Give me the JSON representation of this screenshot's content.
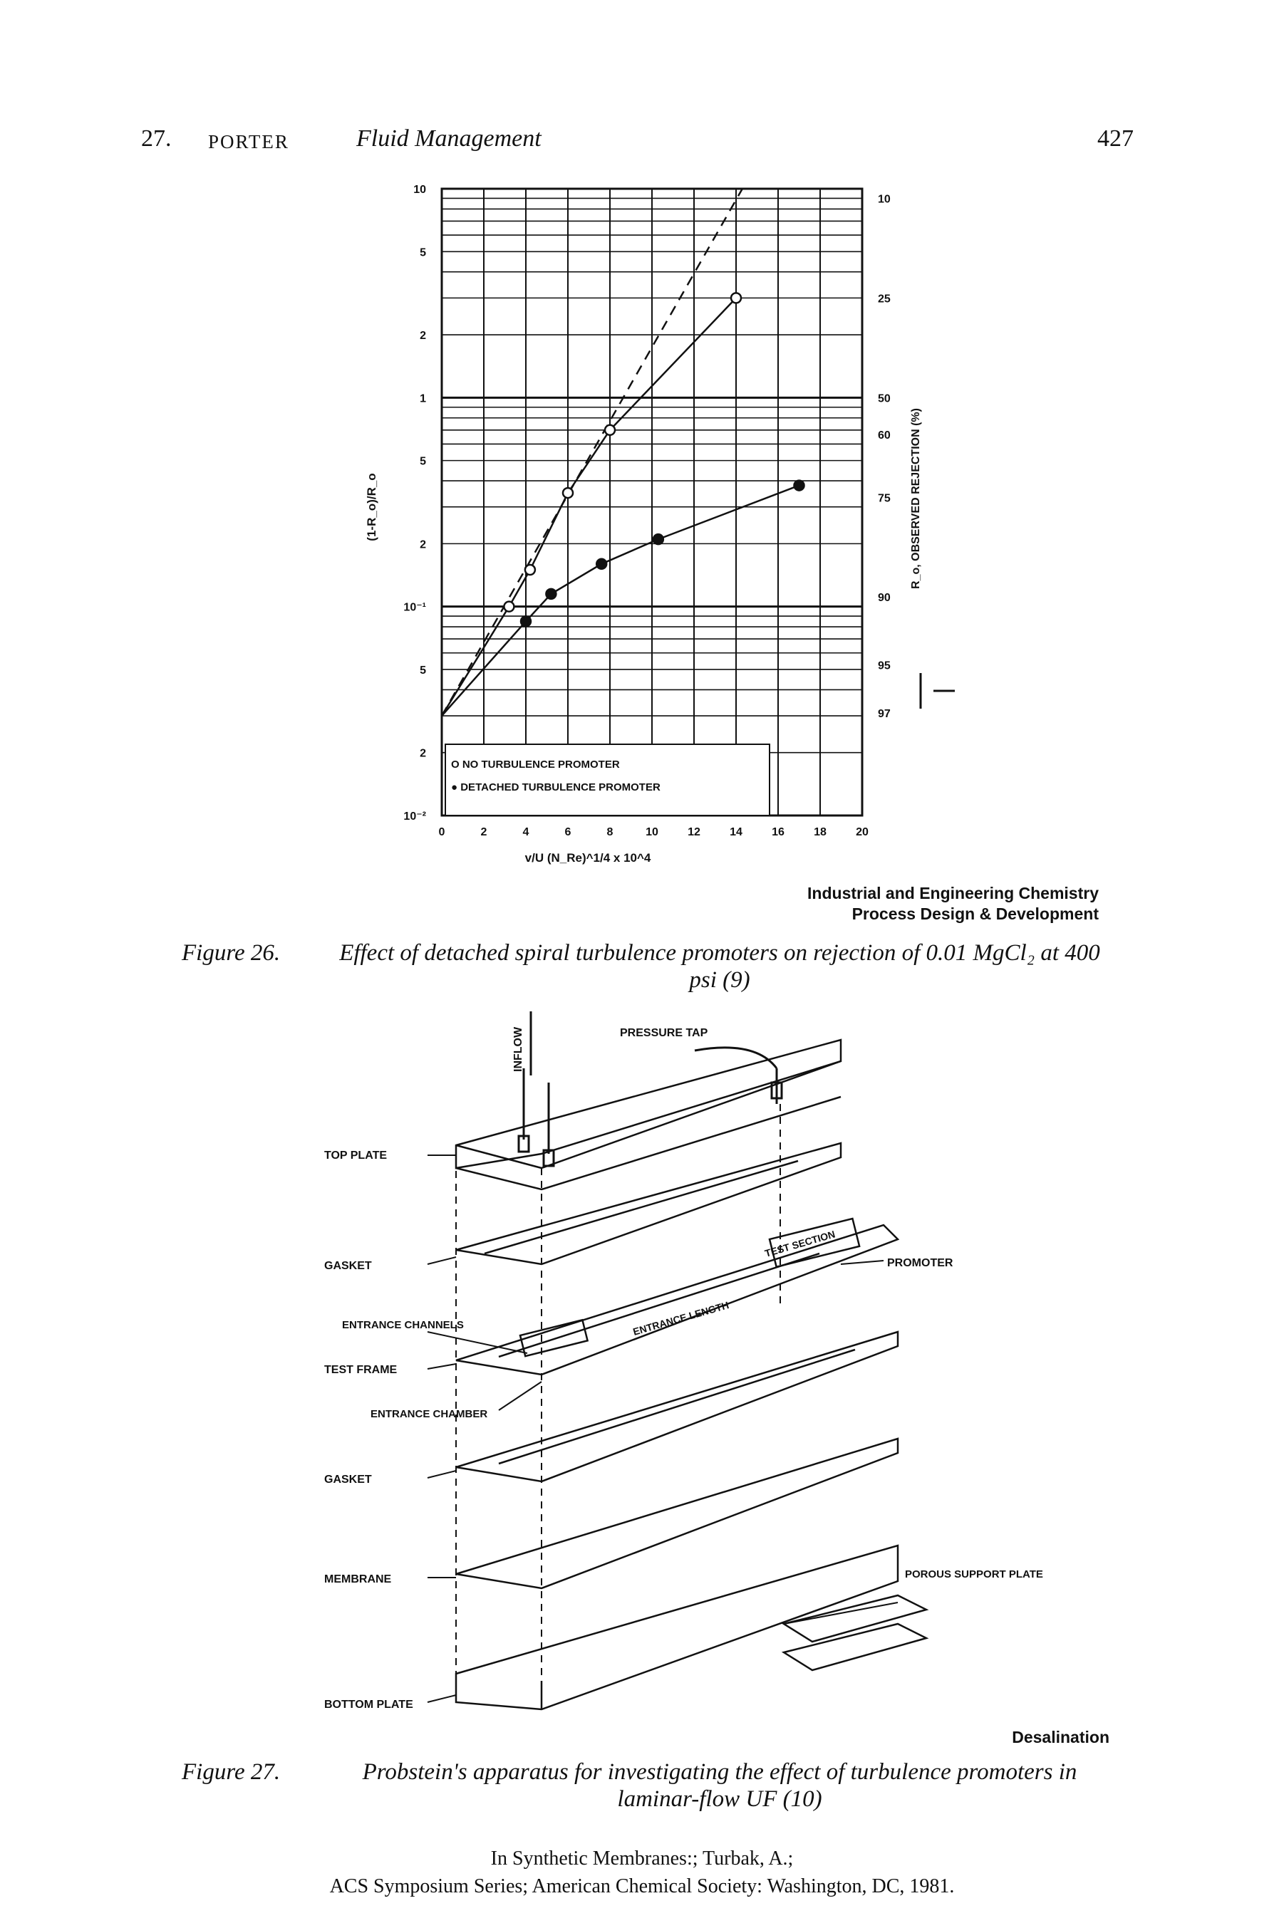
{
  "header": {
    "chapter_number": "27.",
    "author": "PORTER",
    "title": "Fluid Management",
    "page_number": "427"
  },
  "figure26": {
    "credit_line1": "Industrial and Engineering Chemistry",
    "credit_line2": "Process Design & Development",
    "caption_label": "Figure 26.",
    "caption_text": "Effect of detached spiral turbulence promoters on rejection of 0.01 MgCl₂ at 400 psi (9)"
  },
  "chart_data": {
    "type": "line",
    "title": "",
    "xlabel": "v/U (N_Re)^1/4 x 10^4",
    "ylabel": "(1-R_o)/R_o",
    "ylabel_right": "R_o, OBSERVED REJECTION (%)",
    "xlim": [
      0,
      20
    ],
    "ylim": [
      0.01,
      10
    ],
    "y_scale": "log",
    "x_ticks": [
      "0",
      "2",
      "4",
      "6",
      "8",
      "10",
      "12",
      "14",
      "16",
      "18",
      "20"
    ],
    "y_ticks": [
      "10",
      "5",
      "2",
      "1",
      "5",
      "2",
      "10⁻¹",
      "5",
      "2",
      "10⁻²"
    ],
    "y_tick_values": [
      10,
      5,
      2,
      1,
      0.5,
      0.2,
      0.1,
      0.05,
      0.02,
      0.01
    ],
    "right_ticks": [
      "10",
      "25",
      "50",
      "60",
      "75",
      "90",
      "95",
      "97"
    ],
    "right_tick_values": [
      10,
      25,
      50,
      60,
      75,
      90,
      95,
      97
    ],
    "legend": [
      "O NO TURBULENCE PROMOTER",
      "● DETACHED TURBULENCE PROMOTER"
    ],
    "legend_position": "bottom-left",
    "series": [
      {
        "name": "NO TURBULENCE PROMOTER",
        "marker": "open-circle",
        "x": [
          3.2,
          4.2,
          6.0,
          8.0,
          14.0
        ],
        "y": [
          0.1,
          0.15,
          0.35,
          0.7,
          3.0
        ]
      },
      {
        "name": "DETACHED TURBULENCE PROMOTER",
        "marker": "filled-circle",
        "x": [
          4.0,
          5.2,
          7.6,
          10.3,
          17.0
        ],
        "y": [
          0.085,
          0.115,
          0.16,
          0.21,
          0.38
        ]
      }
    ]
  },
  "figure27": {
    "labels": {
      "inflow": "INFLOW",
      "pressure_tap": "PRESSURE TAP",
      "top_plate": "TOP PLATE",
      "gasket1": "GASKET",
      "entrance_channels": "ENTRANCE CHANNELS",
      "test_frame": "TEST FRAME",
      "entrance_chamber": "ENTRANCE CHAMBER",
      "gasket2": "GASKET",
      "membrane": "MEMBRANE",
      "bottom_plate": "BOTTOM PLATE",
      "test_section": "TEST SECTION",
      "promoter": "PROMOTER",
      "entrance_length": "ENTRANCE LENGTH",
      "porous_support_plate": "POROUS SUPPORT PLATE"
    },
    "credit": "Desalination",
    "caption_label": "Figure 27.",
    "caption_text": "Probstein's apparatus for investigating the effect of turbulence promoters in laminar-flow UF (10)"
  },
  "footer": {
    "line1": "In Synthetic Membranes:; Turbak, A.;",
    "line2": "ACS Symposium Series; American Chemical Society: Washington, DC, 1981."
  }
}
